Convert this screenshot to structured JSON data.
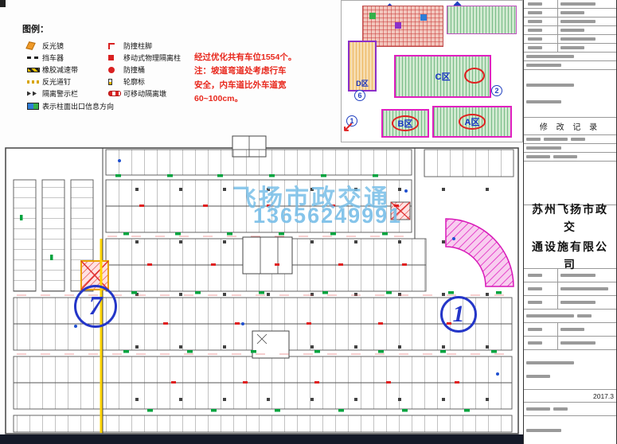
{
  "legend": {
    "title": "图例：",
    "left": [
      {
        "label": "反光镜",
        "icon": "mirror-icon"
      },
      {
        "label": "挡车器",
        "icon": "wheel-stopper-icon"
      },
      {
        "label": "橡胶减速带",
        "icon": "speed-bump-icon"
      },
      {
        "label": "反光道钉",
        "icon": "road-stud-icon"
      },
      {
        "label": "隔离警示栏",
        "icon": "warning-fence-icon"
      }
    ],
    "bottom": {
      "label": "表示柱面出口信息方向",
      "icon": "exit-sign-icon"
    },
    "right": [
      {
        "label": "防撞柱脚",
        "icon": "column-foot-icon"
      },
      {
        "label": "移动式物理隔离柱",
        "icon": "isolation-pillar-icon"
      },
      {
        "label": "防撞桶",
        "icon": "crash-barrel-icon"
      },
      {
        "label": "轮廓标",
        "icon": "contour-marker-icon"
      },
      {
        "label": "可移动隔离墩",
        "icon": "isolation-pier-icon"
      }
    ]
  },
  "note": {
    "lines": [
      "经过优化共有车位1554个。",
      "注：坡道弯道处考虑行车",
      "安全，内车道比外车道宽",
      "60~100cm。"
    ]
  },
  "overview": {
    "zones": {
      "a": "A区",
      "b": "B区",
      "c": "C区",
      "d": "D区"
    },
    "badges": {
      "n1": "1",
      "n2": "2",
      "n6": "6"
    }
  },
  "plan": {
    "zone_left": "7",
    "zone_right": "1",
    "watermark_line1": "飞扬市政交通",
    "watermark_line2": "13656249991"
  },
  "titleblock": {
    "revision_header": "修 改 记 录",
    "company_line1": "苏州飞扬市政交",
    "company_line2": "通设施有限公司",
    "date": "2017.3"
  },
  "icons": {
    "mirror-icon": "orange-parallelogram",
    "wheel-stopper-icon": "black-dashes",
    "speed-bump-icon": "yellow-black-stripes",
    "road-stud-icon": "gold-dots",
    "warning-fence-icon": "black-arrows",
    "exit-sign-icon": "blue-green-sign",
    "column-foot-icon": "red-corner",
    "isolation-pillar-icon": "red-square",
    "crash-barrel-icon": "red-circle",
    "contour-marker-icon": "white-yellow-tab",
    "isolation-pier-icon": "red-white-stripes",
    "north-arrow-icon": "blue-diamond",
    "entry-arrow-icon": "red-arrow-sw"
  },
  "colors": {
    "accent_red": "#e8271c",
    "magenta": "#e020c0",
    "zone_blue": "#1733c4",
    "watermark_blue": "#78bee8",
    "yellow_line": "#ffd400",
    "green_mark": "#00a33e",
    "dark_strip": "#151a28"
  }
}
